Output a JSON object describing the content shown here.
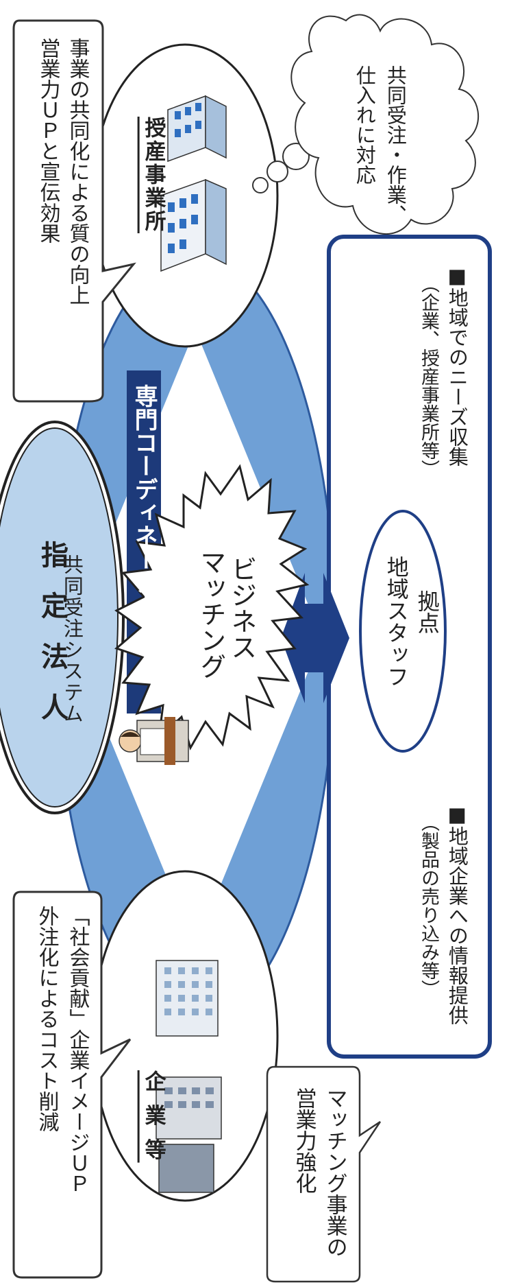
{
  "corporation": {
    "title": "指 定 法 人",
    "subtitle": "共同受注システム"
  },
  "callouts": {
    "top": {
      "line1": "事業の共同化による質の向上",
      "line2": "営業力ＵＰと宣伝効果"
    },
    "bottom": {
      "line1": "「社会貢献」企業イメージＵＰ",
      "line2": "外注化によるコスト削減"
    },
    "matching": {
      "line1": "マッチング事業の",
      "line2": "営業力強化"
    }
  },
  "facility": {
    "label": "授産事業所"
  },
  "cloud": {
    "line1": "共同受注・作業、",
    "line2": "仕入れに対応"
  },
  "company": {
    "label": "企 業 等"
  },
  "coordinator": {
    "label": "専門コーディネーター"
  },
  "burst": {
    "line1": "ビジネス",
    "line2": "マッチング"
  },
  "base": {
    "label_line1": "拠点",
    "label_line2": "地域スタッフ",
    "needs_line1": "■地域でのニーズ収集",
    "needs_line2": "（企業、授産事業所等）",
    "info_line1": "■地域企業への情報提供",
    "info_line2": "（製品の売り込み等）"
  },
  "colors": {
    "accent_blue": "#1f3f86",
    "light_blue": "#b9d3ec",
    "mid_blue": "#6fa0d6",
    "coordinator_bg": "#1d3a7a"
  }
}
